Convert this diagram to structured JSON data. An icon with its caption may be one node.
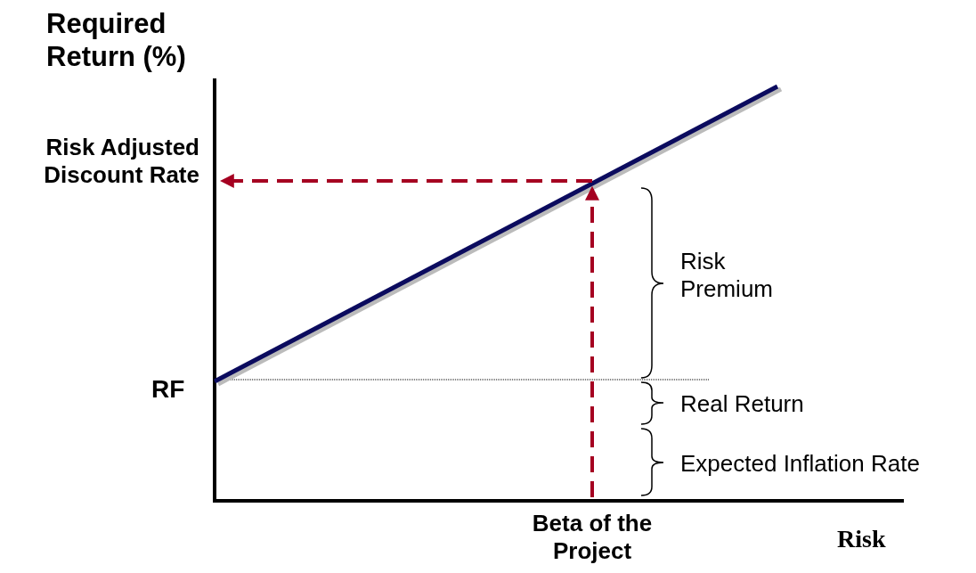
{
  "diagram": {
    "labels": [
      "Required Return (%)",
      "Risk Adjusted Discount Rate",
      "Risk Premium",
      "RF",
      "Real Return",
      "Expected Inflation Rate",
      "Beta of the Project",
      "Risk"
    ]
  }
}
